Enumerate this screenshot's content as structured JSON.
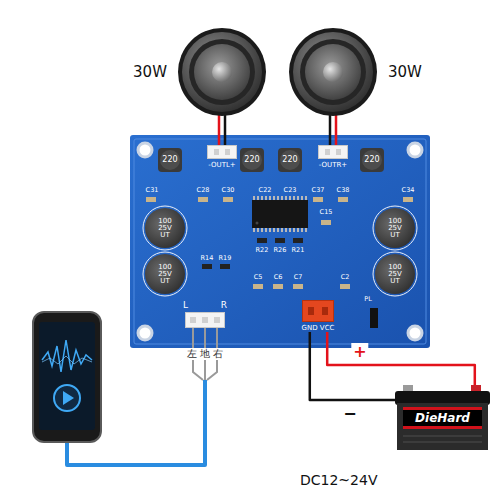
{
  "diagram": {
    "nodes": [
      {
        "text": [
          "30W"
        ]
      },
      {
        "text": [
          "30W"
        ]
      },
      {
        "text": [
          "-OUTL+"
        ]
      },
      {
        "text": [
          "-OUTR+"
        ]
      },
      {
        "text": [
          "L",
          "R",
          "左 地 右"
        ]
      },
      {
        "text": [
          "GND VCC"
        ]
      },
      {
        "text": [
          "DieHard",
          "DC12~24V"
        ]
      }
    ],
    "edges": [
      {
        "from": 0,
        "to": 2,
        "arrow": "none"
      },
      {
        "from": 1,
        "to": 3,
        "arrow": "none"
      },
      {
        "from": 5,
        "to": 6,
        "label": "+",
        "arrow": "none"
      },
      {
        "from": 5,
        "to": 6,
        "label": "−",
        "arrow": "none"
      }
    ],
    "labels": [
      "220",
      "220",
      "220",
      "220",
      "C31",
      "C28",
      "C30",
      "C22",
      "C23",
      "C37",
      "C38",
      "C34",
      "C15",
      "100 25V UT",
      "100 25V UT",
      "100 25V UT",
      "100 25V UT",
      "R14",
      "R19",
      "R22",
      "R26",
      "R21",
      "C5",
      "C6",
      "C7",
      "C2",
      "PL"
    ]
  }
}
